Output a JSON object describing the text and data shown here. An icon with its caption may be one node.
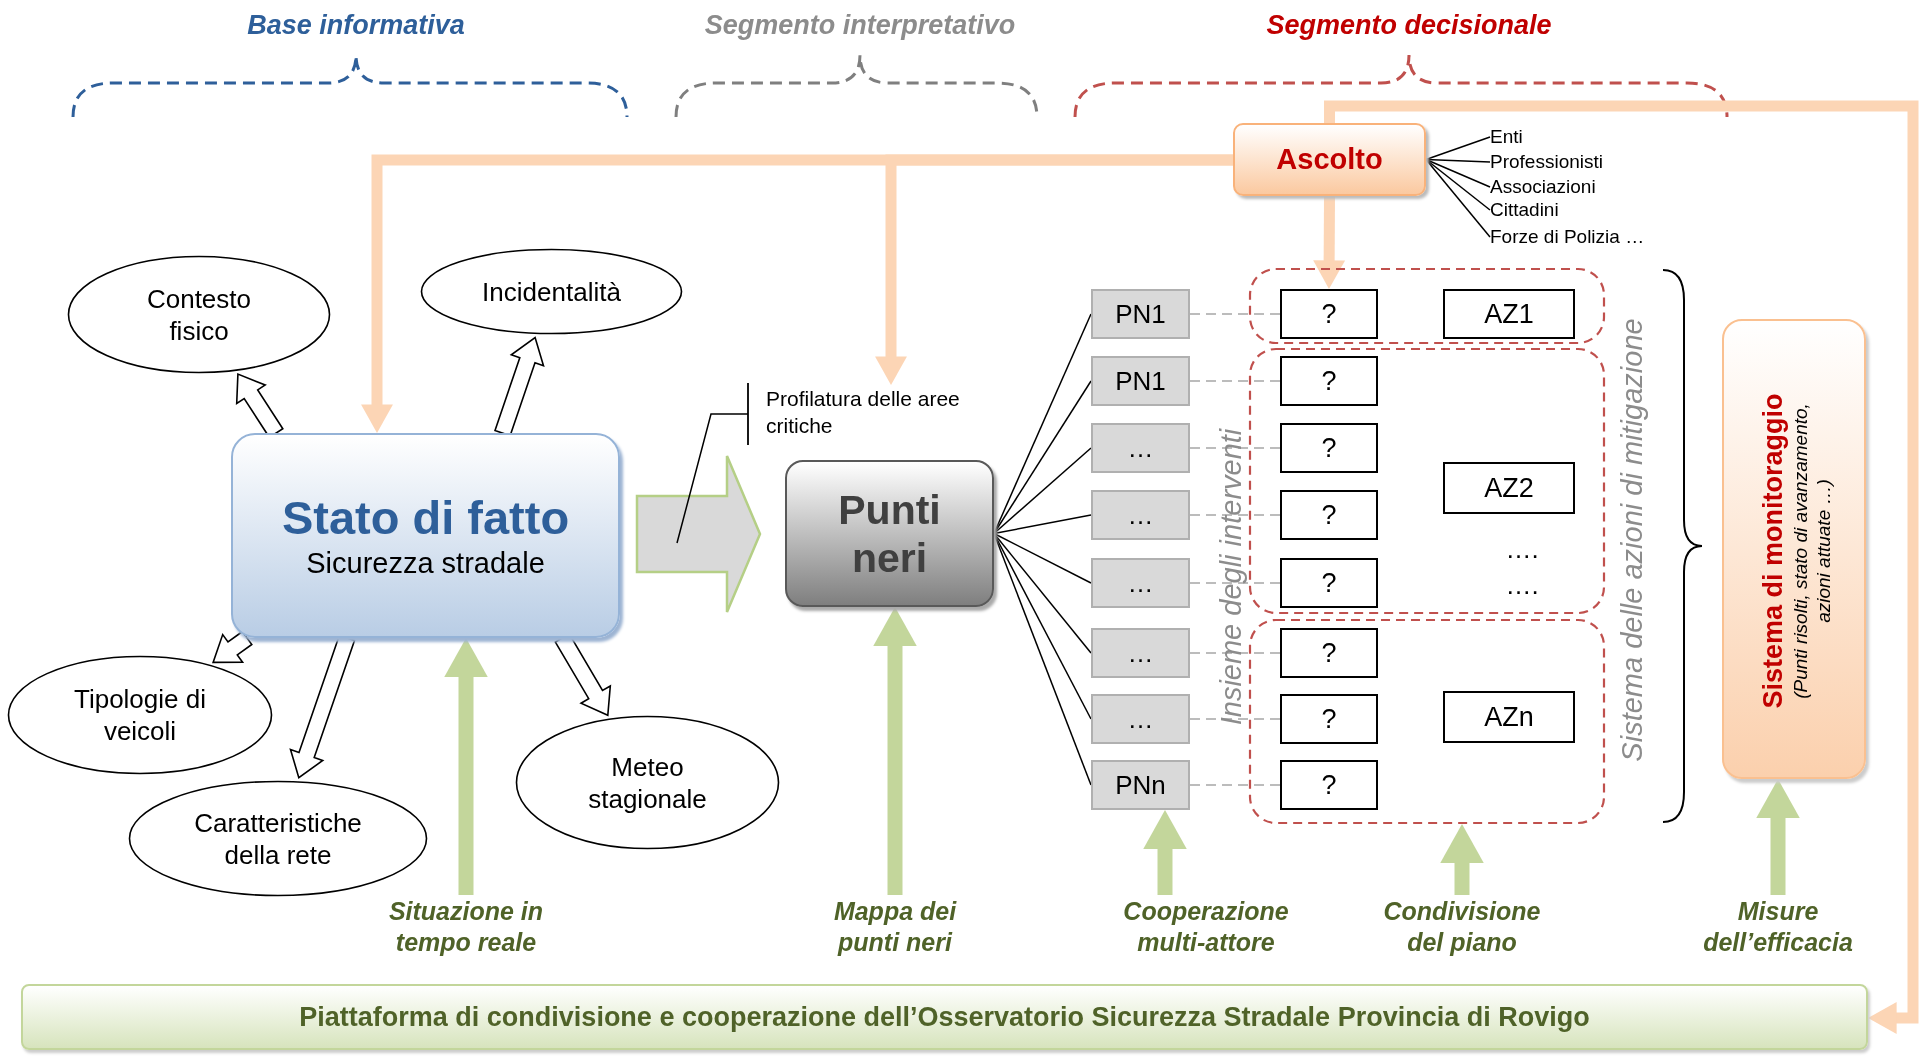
{
  "diagram": {
    "nodes": [
      {
        "text": [
          "Ascolto"
        ]
      },
      {
        "text": [
          "Enti"
        ]
      },
      {
        "text": [
          "Professionisti"
        ]
      },
      {
        "text": [
          "Associazioni"
        ]
      },
      {
        "text": [
          "Cittadini"
        ]
      },
      {
        "text": [
          "Forze di Polizia …"
        ]
      },
      {
        "text": [
          "Stato di fatto",
          "Sicurezza stradale"
        ]
      },
      {
        "text": [
          "Contesto fisico"
        ]
      },
      {
        "text": [
          "Incidentalità"
        ]
      },
      {
        "text": [
          "Tipologie di veicoli"
        ]
      },
      {
        "text": [
          "Caratteristiche della rete"
        ]
      },
      {
        "text": [
          "Meteo stagionale"
        ]
      },
      {
        "text": [
          "Profilatura delle aree critiche"
        ]
      },
      {
        "text": [
          "Punti neri"
        ]
      },
      {
        "text": [
          "PN1"
        ]
      },
      {
        "text": [
          "PN1"
        ]
      },
      {
        "text": [
          "…"
        ]
      },
      {
        "text": [
          "…"
        ]
      },
      {
        "text": [
          "…"
        ]
      },
      {
        "text": [
          "…"
        ]
      },
      {
        "text": [
          "…"
        ]
      },
      {
        "text": [
          "PNn"
        ]
      },
      {
        "text": [],
        "shape": "box"
      },
      {
        "text": [
          "?"
        ],
        "in": 22
      },
      {
        "text": [
          "AZ1"
        ],
        "in": 22
      },
      {
        "text": [],
        "shape": "box"
      },
      {
        "text": [
          "?"
        ],
        "in": 25
      },
      {
        "text": [
          "?"
        ],
        "in": 25
      },
      {
        "text": [
          "?"
        ],
        "in": 25
      },
      {
        "text": [
          "?"
        ],
        "in": 25
      },
      {
        "text": [
          "AZ2"
        ],
        "in": 25
      },
      {
        "text": [],
        "shape": "box"
      },
      {
        "text": [
          "?"
        ],
        "in": 31
      },
      {
        "text": [
          "?"
        ],
        "in": 31
      },
      {
        "text": [
          "?"
        ],
        "in": 31
      },
      {
        "text": [
          "AZn"
        ],
        "in": 31
      },
      {
        "text": [
          "Piattaforma di condivisione e cooperazione dell’Osservatorio Sicurezza Stradale Provincia di Rovigo"
        ]
      },
      {
        "text": [
          "Sistema di monitoraggio",
          "(Punti risolti, stato di avanzamento, azioni attuate …)"
        ]
      },
      {
        "text": [
          "Situazione in tempo reale"
        ]
      },
      {
        "text": [
          "Mappa dei punti neri"
        ]
      },
      {
        "text": [
          "Cooperazione multi-attore"
        ]
      },
      {
        "text": [
          "Condivisione del piano"
        ]
      },
      {
        "text": [
          "Misure dell’efficacia"
        ]
      }
    ],
    "edges": [
      {
        "from": 0,
        "to": 6,
        "arrow": "to",
        "style": "thick",
        "color": "#fcd5b5"
      },
      {
        "from": 0,
        "to": 12,
        "arrow": "to",
        "style": "thick",
        "color": "#fcd5b5"
      },
      {
        "from": 0,
        "to": 36,
        "arrow": "to",
        "style": "thick",
        "color": "#fcd5b5"
      },
      {
        "from": 0,
        "to": 1,
        "arrow": "none"
      },
      {
        "from": 0,
        "to": 2,
        "arrow": "none"
      },
      {
        "from": 0,
        "to": 3,
        "arrow": "none"
      },
      {
        "from": 0,
        "to": 4,
        "arrow": "none"
      },
      {
        "from": 0,
        "to": 5,
        "arrow": "none"
      },
      {
        "from": 6,
        "to": 7,
        "arrow": "to",
        "style": "thick"
      },
      {
        "from": 6,
        "to": 8,
        "arrow": "to",
        "style": "thick"
      },
      {
        "from": 6,
        "to": 9,
        "arrow": "to",
        "style": "thick"
      },
      {
        "from": 6,
        "to": 10,
        "arrow": "to",
        "style": "thick"
      },
      {
        "from": 6,
        "to": 11,
        "arrow": "to",
        "style": "thick"
      },
      {
        "from": 6,
        "to": 13,
        "arrow": "to",
        "style": "thick",
        "color": "#d9d9d9"
      },
      {
        "from": 12,
        "to": null,
        "arrow": "other"
      },
      {
        "from": 13,
        "to": 14,
        "arrow": "none"
      },
      {
        "from": 13,
        "to": 15,
        "arrow": "none"
      },
      {
        "from": 13,
        "to": 16,
        "arrow": "none"
      },
      {
        "from": 13,
        "to": 17,
        "arrow": "none"
      },
      {
        "from": 13,
        "to": 18,
        "arrow": "none"
      },
      {
        "from": 13,
        "to": 19,
        "arrow": "none"
      },
      {
        "from": 13,
        "to": 20,
        "arrow": "none"
      },
      {
        "from": 13,
        "to": 21,
        "arrow": "none"
      },
      {
        "from": 14,
        "to": 23,
        "arrow": "none",
        "style": "dashed",
        "color": "#a6a6a6"
      },
      {
        "from": 15,
        "to": 26,
        "arrow": "none",
        "style": "dashed",
        "color": "#a6a6a6"
      },
      {
        "from": 16,
        "to": 27,
        "arrow": "none",
        "style": "dashed",
        "color": "#a6a6a6"
      },
      {
        "from": 17,
        "to": 28,
        "arrow": "none",
        "style": "dashed",
        "color": "#a6a6a6"
      },
      {
        "from": 18,
        "to": 29,
        "arrow": "none",
        "style": "dashed",
        "color": "#a6a6a6"
      },
      {
        "from": 19,
        "to": 32,
        "arrow": "none",
        "style": "dashed",
        "color": "#a6a6a6"
      },
      {
        "from": 20,
        "to": 33,
        "arrow": "none",
        "style": "dashed",
        "color": "#a6a6a6"
      },
      {
        "from": 21,
        "to": 34,
        "arrow": "none",
        "style": "dashed",
        "color": "#a6a6a6"
      },
      {
        "from": 0,
        "to": 23,
        "arrow": "to",
        "style": "thick",
        "color": "#fcd5b5"
      },
      {
        "from": 38,
        "to": 6,
        "arrow": "to",
        "style": "thick",
        "color": "#c3d69b"
      },
      {
        "from": 39,
        "to": 13,
        "arrow": "to",
        "style": "thick",
        "color": "#c3d69b"
      },
      {
        "from": 40,
        "to": 21,
        "arrow": "to",
        "style": "thick",
        "color": "#c3d69b"
      },
      {
        "from": 41,
        "to": 31,
        "arrow": "to",
        "style": "thick",
        "color": "#c3d69b"
      },
      {
        "from": 42,
        "to": 37,
        "arrow": "to",
        "style": "thick",
        "color": "#c3d69b"
      }
    ],
    "labels": [
      "Base informativa",
      "Segmento interpretativo",
      "Segmento decisionale",
      "Insieme degli interventi",
      "Sistema delle azioni di mitigazione",
      "….",
      "…."
    ]
  }
}
